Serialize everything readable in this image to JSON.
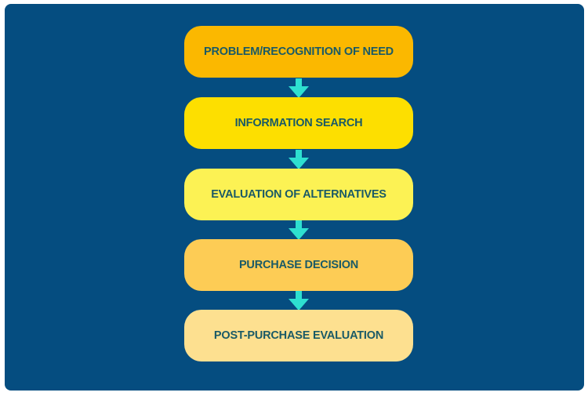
{
  "diagram": {
    "steps": [
      {
        "label": "PROBLEM/RECOGNITION OF NEED",
        "color": "#fbb800"
      },
      {
        "label": "INFORMATION SEARCH",
        "color": "#fddf00"
      },
      {
        "label": "EVALUATION OF ALTERNATIVES",
        "color": "#fcf254"
      },
      {
        "label": "PURCHASE DECISION",
        "color": "#fdcc55"
      },
      {
        "label": "POST-PURCHASE EVALUATION",
        "color": "#fde090"
      }
    ],
    "background_color": "#054d80",
    "arrow_color": "#2ee0d0",
    "text_color": "#1a5a66"
  }
}
